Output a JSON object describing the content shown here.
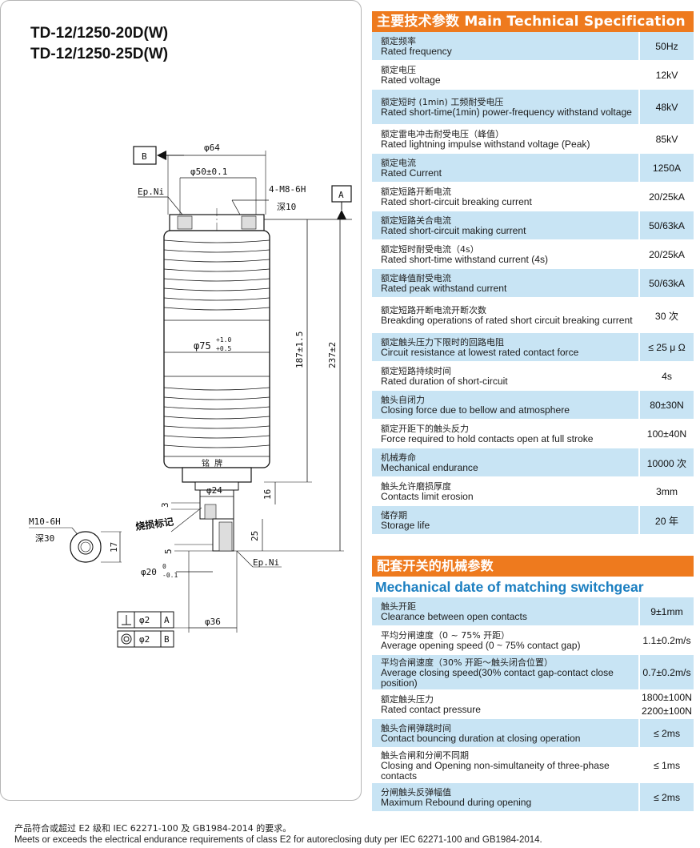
{
  "models": [
    "TD-12/1250-20D(W)",
    "TD-12/1250-25D(W)"
  ],
  "drawing": {
    "datum_b": "B",
    "datum_a": "A",
    "dim_phi64": "φ64",
    "dim_phi50": "φ50±0.1",
    "note_ep_ni_top": "Ep.Ni",
    "note_thread": "4-M8-6H",
    "note_depth10": "深10",
    "dim_phi75": "φ75",
    "dim_phi75_tol_upper": "+1.0",
    "dim_phi75_tol_lower": "+0.5",
    "dim_187": "187±1.5",
    "dim_237": "237±2",
    "nameplate": "铭 牌",
    "dim_phi24": "φ24",
    "dim_16": "16",
    "dim_3": "3",
    "note_wear_mark": "烧损标记",
    "note_m10": "M10-6H",
    "note_depth30": "深30",
    "dim_17": "17",
    "dim_25": "25",
    "dim_5": "5",
    "note_ep_ni_bottom": "Ep.Ni",
    "dim_phi20": "φ20",
    "dim_phi20_tol_upper": "0",
    "dim_phi20_tol_lower": "-0.1",
    "dim_phi36": "φ36",
    "gdt_perp_tol": "φ2",
    "gdt_perp_datum": "A",
    "gdt_conc_tol": "φ2",
    "gdt_conc_datum": "B"
  },
  "main_spec": {
    "title": "主要技术参数 Main Technical Specification",
    "rows": [
      {
        "zh": "额定频率",
        "en": "Rated frequency",
        "value": "50Hz"
      },
      {
        "zh": "额定电压",
        "en": "Rated voltage",
        "value": "12kV"
      },
      {
        "zh": "额定短时 (1min) 工频耐受电压",
        "en": "Rated short-time(1min) power-frequency withstand voltage",
        "value": "48kV"
      },
      {
        "zh": "额定雷电冲击耐受电压（峰值）",
        "en": "Rated lightning impulse withstand voltage (Peak)",
        "value": "85kV"
      },
      {
        "zh": "额定电流",
        "en": "Rated Current",
        "value": "1250A"
      },
      {
        "zh": "额定短路开断电流",
        "en": "Rated short-circuit breaking current",
        "value": "20/25kA"
      },
      {
        "zh": "额定短路关合电流",
        "en": "Rated short-circuit making current",
        "value": "50/63kA"
      },
      {
        "zh": "额定短时耐受电流（4s）",
        "en": "Rated short-time withstand current (4s)",
        "value": "20/25kA"
      },
      {
        "zh": "额定峰值耐受电流",
        "en": "Rated peak withstand current",
        "value": "50/63kA"
      },
      {
        "zh": "额定短路开断电流开断次数",
        "en": "Breakding operations of rated short circuit breaking current",
        "value": "30 次"
      },
      {
        "zh": "额定触头压力下限时的回路电阻",
        "en": "Circuit resistance at lowest rated contact force",
        "value": "≤ 25 μ Ω"
      },
      {
        "zh": "额定短路持续时间",
        "en": "Rated duration of short-circuit",
        "value": "4s"
      },
      {
        "zh": "触头自闭力",
        "en": "Closing force due to bellow and atmosphere",
        "value": "80±30N"
      },
      {
        "zh": "额定开距下的触头反力",
        "en": "Force required to hold contacts open at full stroke",
        "value": "100±40N"
      },
      {
        "zh": "机械寿命",
        "en": "Mechanical endurance",
        "value": "10000 次"
      },
      {
        "zh": "触头允许磨损厚度",
        "en": "Contacts limit erosion",
        "value": "3mm"
      },
      {
        "zh": "储存期",
        "en": "Storage life",
        "value": "20 年"
      }
    ]
  },
  "mech_spec": {
    "title": "配套开关的机械参数",
    "subtitle": "Mechanical date of matching switchgear",
    "rows": [
      {
        "zh": "触头开距",
        "en": "Clearance between open contacts",
        "value": "9±1mm"
      },
      {
        "zh": "平均分闸速度（0 ~ 75% 开距）",
        "en": "Average opening speed (0 ~ 75% contact gap)",
        "value": "1.1±0.2m/s"
      },
      {
        "zh": "平均合闸速度（30% 开距～触头闭合位置）",
        "en": "Average closing speed(30% contact gap-contact close position)",
        "value": "0.7±0.2m/s"
      },
      {
        "zh": "额定触头压力",
        "en": "Rated contact pressure",
        "value": "1800±100N",
        "value2": "2200±100N"
      },
      {
        "zh": "触头合闸弹跳时间",
        "en": "Contact bouncing duration at closing operation",
        "value": "≤ 2ms"
      },
      {
        "zh": "触头合闸和分闸不同期",
        "en": "Closing and Opening non-simultaneity of three-phase contacts",
        "value": "≤ 1ms"
      },
      {
        "zh": "分闸触头反弹幅值",
        "en": "Maximum Rebound during opening",
        "value": "≤ 2ms"
      }
    ]
  },
  "footer": {
    "line_zh": "产品符合或超过 E2 级和 IEC 62271-100 及 GB1984-2014 的要求。",
    "line_en": "Meets or exceeds the electrical endurance requirements of class E2 for autoreclosing duty per IEC 62271-100 and GB1984-2014."
  },
  "colors": {
    "orange_header": "#ee7a1e",
    "row_blue": "#c8e4f4",
    "subtitle_blue": "#1a7ec0"
  }
}
